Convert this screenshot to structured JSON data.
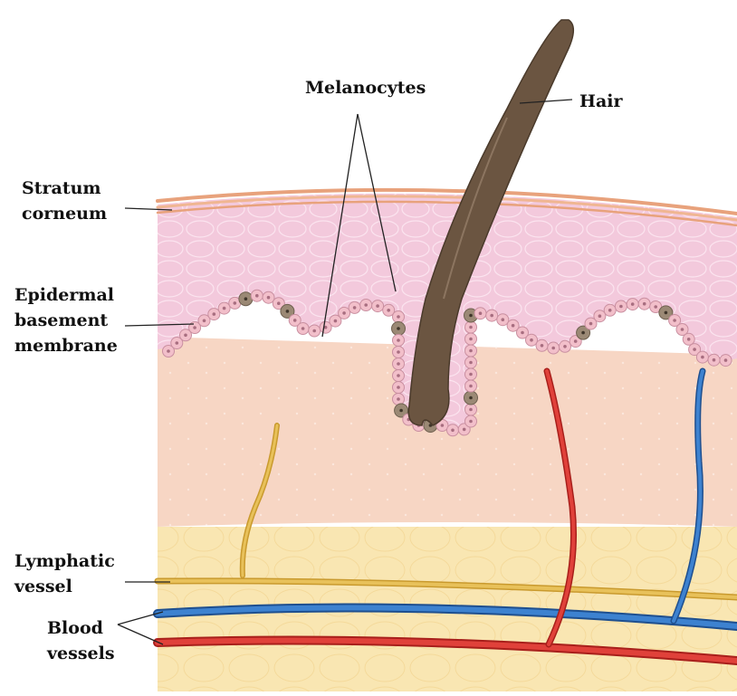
{
  "labels": {
    "melanocytes": "Melanocytes",
    "hair": "Hair",
    "stratum_line1": "Stratum",
    "stratum_line2": "corneum",
    "basement_line1": "Epidermal",
    "basement_line2": "basement",
    "basement_line3": "membrane",
    "lymph_line1": "Lymphatic",
    "lymph_line2": "vessel",
    "blood_line1": "Blood",
    "blood_line2": "vessels"
  },
  "colors": {
    "stratum_corneum": "#e8a27c",
    "epidermis": "#f3c9dc",
    "dermis": "#f7d6c4",
    "hypodermis": "#f9e6b2",
    "hair": "#6b5541",
    "melanocyte": "#9b8975",
    "keratinocyte": "#f2bfca",
    "lymphatic": "#e2b64a",
    "artery": "#d9322c",
    "vein": "#2a6fbf"
  }
}
